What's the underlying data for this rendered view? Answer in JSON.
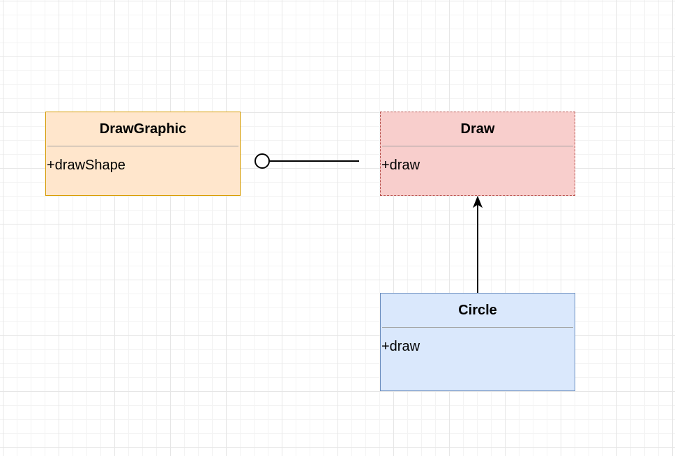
{
  "classes": {
    "drawgraphic": {
      "name": "DrawGraphic",
      "member": "+drawShape",
      "fill": "#ffe6cc",
      "stroke": "#d79b00"
    },
    "draw": {
      "name": "Draw",
      "member": "+draw",
      "fill": "#f8cecc",
      "stroke": "#b85450"
    },
    "circle": {
      "name": "Circle",
      "member": "+draw",
      "fill": "#dae8fc",
      "stroke": "#6c8ebf"
    }
  },
  "connectors": {
    "drawgraphic_to_draw": "lollipop",
    "circle_to_draw": "arrow"
  }
}
